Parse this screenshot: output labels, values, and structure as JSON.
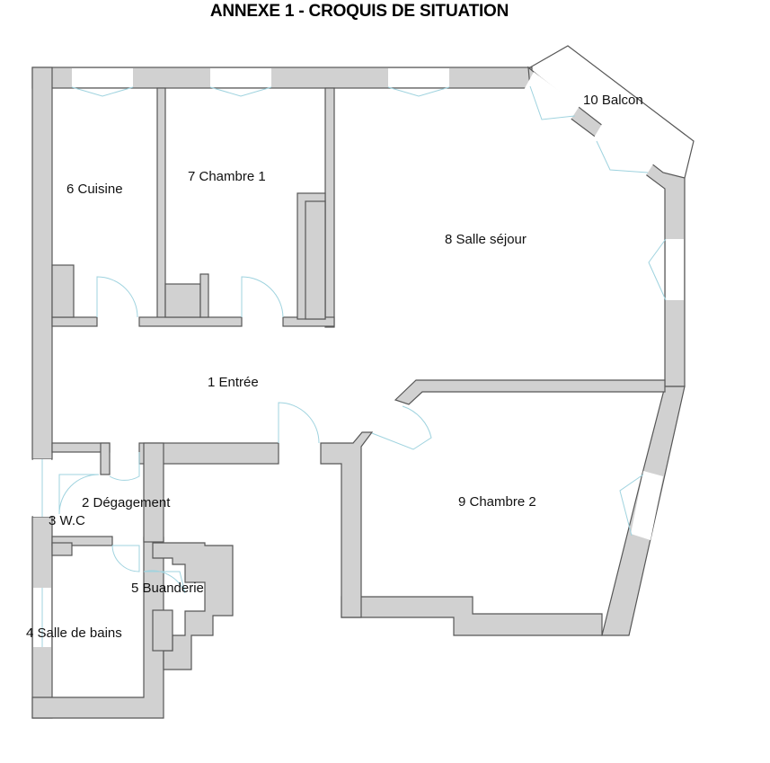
{
  "title": "ANNEXE 1 - CROQUIS DE SITUATION",
  "rooms": [
    {
      "id": "entree",
      "label": "1 Entrée"
    },
    {
      "id": "degagement",
      "label": "2 Dégagement"
    },
    {
      "id": "wc",
      "label": "3 W.C"
    },
    {
      "id": "salle-de-bains",
      "label": "4 Salle de bains"
    },
    {
      "id": "buanderie",
      "label": "5 Buanderie"
    },
    {
      "id": "cuisine",
      "label": "6 Cuisine"
    },
    {
      "id": "chambre-1",
      "label": "7 Chambre 1"
    },
    {
      "id": "salle-sejour",
      "label": "8 Salle séjour"
    },
    {
      "id": "chambre-2",
      "label": "9 Chambre 2"
    },
    {
      "id": "balcon",
      "label": "10 Balcon"
    }
  ],
  "colors": {
    "wall_fill": "#d1d1d1",
    "wall_stroke": "#575757",
    "glass": "#9fd3df"
  }
}
